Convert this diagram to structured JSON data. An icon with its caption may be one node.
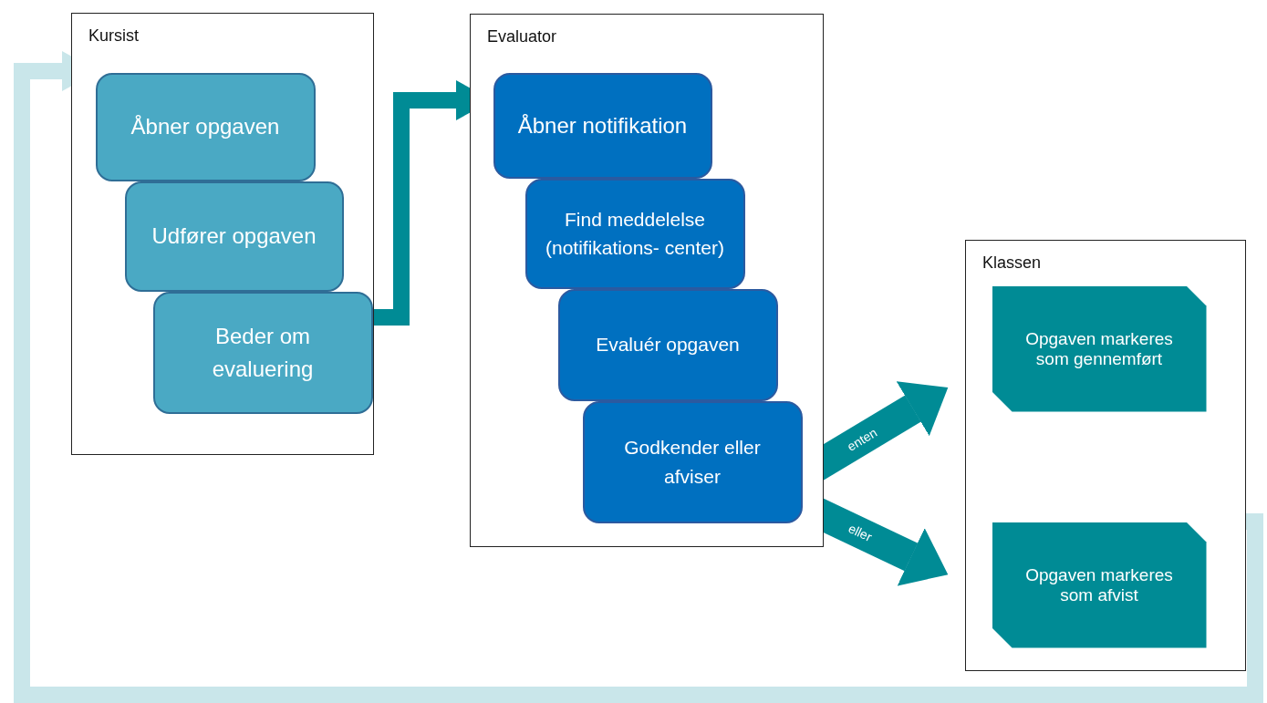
{
  "diagram": {
    "nodes": [
      {
        "text": [
          "Kursist"
        ]
      },
      {
        "text": [
          "Åbner opgaven"
        ],
        "in": 0
      },
      {
        "text": [
          "Udfører opgaven"
        ],
        "in": 0
      },
      {
        "text": [
          "Beder om evaluering"
        ],
        "in": 0
      },
      {
        "text": [
          "Evaluator"
        ]
      },
      {
        "text": [
          "Åbner notifikation"
        ],
        "in": 4
      },
      {
        "text": [
          "Find meddelelse (notifikations- center)"
        ],
        "in": 4
      },
      {
        "text": [
          "Evaluér opgaven"
        ],
        "in": 4
      },
      {
        "text": [
          "Godkender eller afviser"
        ],
        "in": 4
      },
      {
        "text": [
          "Klassen"
        ]
      },
      {
        "text": [
          "Opgaven markeres som gennemført"
        ],
        "in": 9
      },
      {
        "text": [
          "Opgaven markeres som afvist"
        ],
        "in": 9
      }
    ],
    "edges": [
      {
        "from": 3,
        "to": 5,
        "arrow": "to"
      },
      {
        "from": 8,
        "to": 10,
        "arrow": "to",
        "label": "enten",
        "style": "thick"
      },
      {
        "from": 8,
        "to": 11,
        "arrow": "to",
        "label": "eller",
        "style": "thick"
      },
      {
        "from": 11,
        "to": 1,
        "arrow": "to",
        "color": "#c9e6ea"
      }
    ]
  }
}
